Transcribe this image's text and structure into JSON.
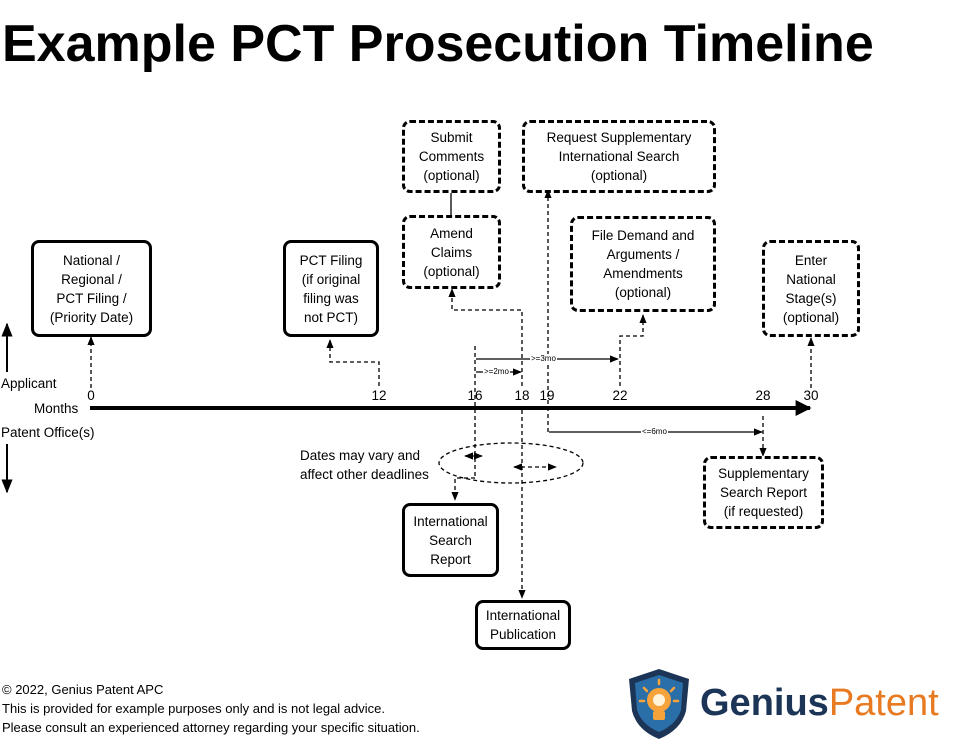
{
  "title": "Example PCT Prosecution Timeline",
  "axis": {
    "months_label": "Months",
    "applicant_label": "Applicant",
    "office_label": "Patent Office(s)",
    "ticks": [
      "0",
      "12",
      "16",
      "18",
      "19",
      "22",
      "28",
      "30"
    ]
  },
  "boxes": {
    "national_filing": "National /\nRegional /\nPCT Filing /\n(Priority Date)",
    "pct_filing": "PCT Filing\n(if original\nfiling was\nnot PCT)",
    "submit_comments": "Submit\nComments\n(optional)",
    "amend_claims": "Amend\nClaims\n(optional)",
    "request_supplementary": "Request Supplementary\nInternational Search\n(optional)",
    "file_demand": "File Demand and\nArguments /\nAmendments\n(optional)",
    "enter_national": "Enter\nNational\nStage(s)\n(optional)",
    "isr": "International\nSearch\nReport",
    "publication": "International\nPublication",
    "supplementary_report": "Supplementary\nSearch Report\n(if requested)"
  },
  "annotations": {
    "dates_vary_1": "Dates may vary and",
    "dates_vary_2": "affect other deadlines",
    "ge3mo": ">=3mo",
    "ge2mo": ">=2mo",
    "le6mo": "<=6mo"
  },
  "footer": {
    "copyright": "© 2022, Genius Patent APC",
    "disclaimer": "This is provided for example purposes only and is not legal advice.",
    "consult": "Please consult an experienced attorney regarding your specific situation."
  },
  "logo": {
    "word1": "Genius",
    "word2": "Patent",
    "colors": {
      "navy": "#1c3556",
      "orange": "#e87a22"
    }
  }
}
